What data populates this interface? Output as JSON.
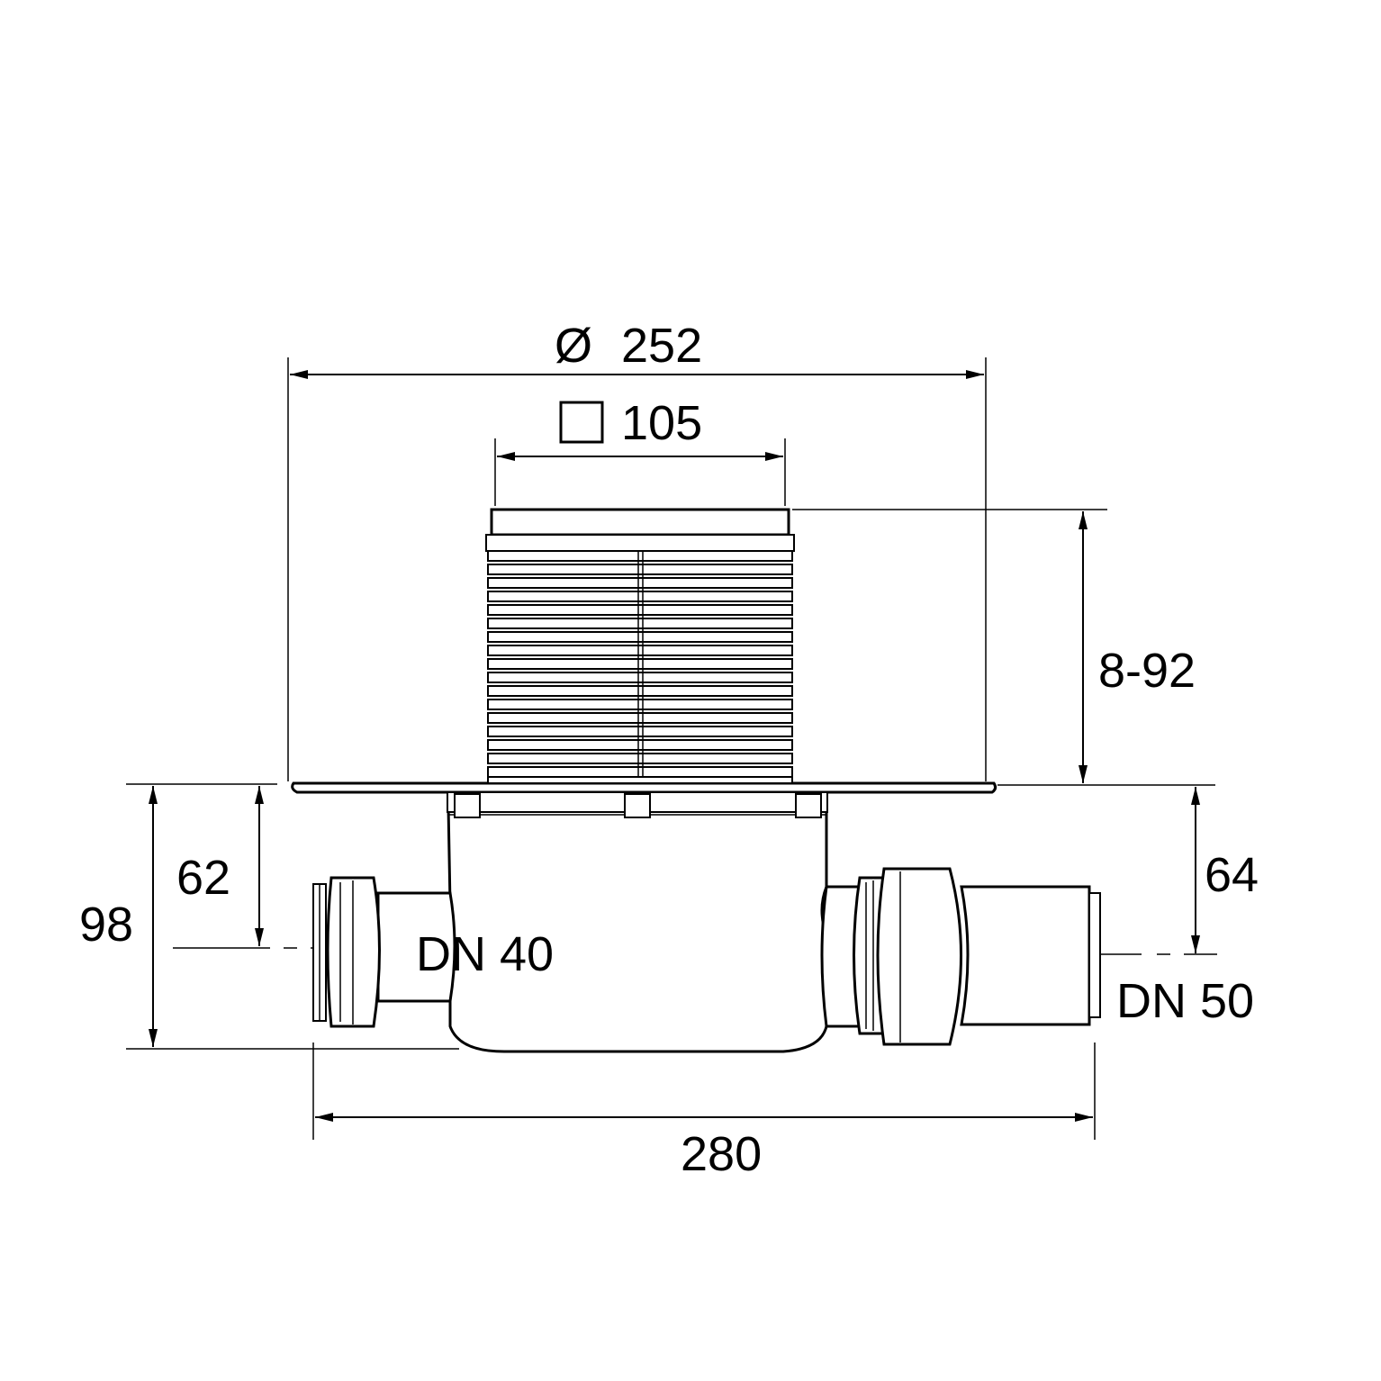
{
  "dimensions": {
    "diameter_symbol": "Ø",
    "diameter": "252",
    "square": "105",
    "height_adjust": "8-92",
    "left_total": "98",
    "left_outlet": "62",
    "right_outlet": "64",
    "length": "280"
  },
  "labels": {
    "outlet_left": "DN 40",
    "outlet_right": "DN 50"
  },
  "colors": {
    "ink": "#000000",
    "paper": "#ffffff"
  }
}
